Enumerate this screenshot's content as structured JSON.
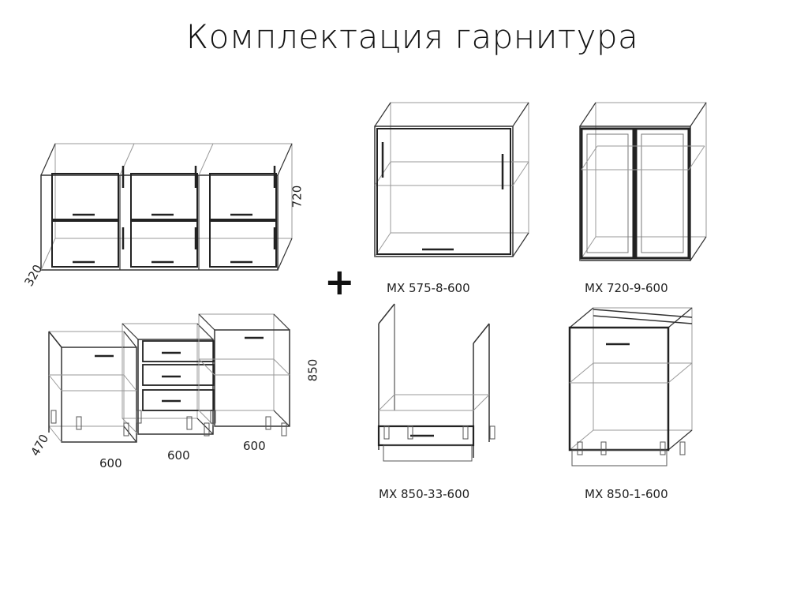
{
  "title": "Комплектация гарнитура",
  "plus_sign": "+",
  "upper_set": {
    "height": "720",
    "depth": "320"
  },
  "lower_set": {
    "height": "850",
    "depth": "470",
    "widths": [
      "600",
      "600",
      "600"
    ]
  },
  "modules": [
    {
      "code": "MX 575-8-600"
    },
    {
      "code": "MX 720-9-600"
    },
    {
      "code": "MX 850-33-600"
    },
    {
      "code": "MX 850-1-600"
    }
  ]
}
